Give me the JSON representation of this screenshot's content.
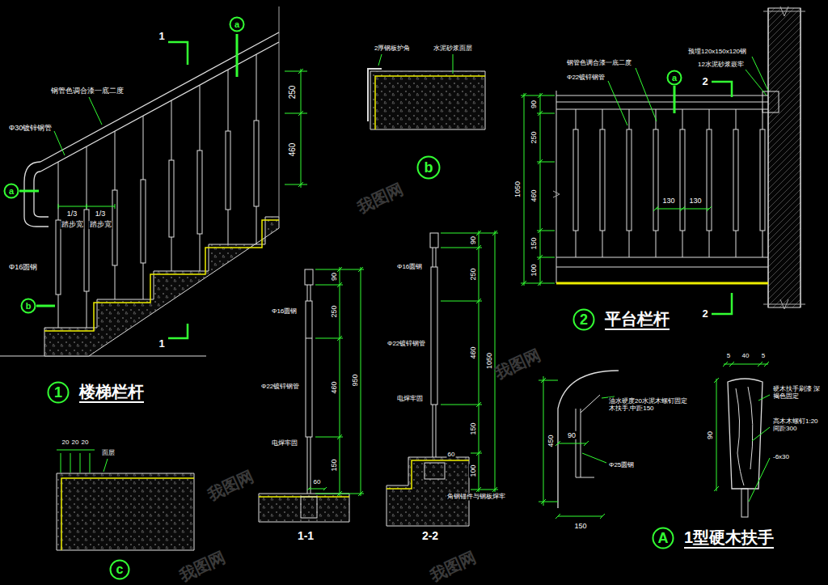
{
  "diagram": {
    "nodes": [
      {
        "text": [
          "1",
          "楼梯栏杆"
        ]
      },
      {
        "text": [
          "2",
          "平台栏杆"
        ]
      },
      {
        "text": [
          "A",
          "1型硬木扶手"
        ]
      },
      {
        "text": [
          "b"
        ]
      },
      {
        "text": [
          "c"
        ]
      },
      {
        "text": [
          "a"
        ]
      },
      {
        "text": [
          "a"
        ]
      },
      {
        "text": [
          "b"
        ]
      },
      {
        "text": [
          "a"
        ]
      }
    ],
    "labels": [
      "1",
      "1",
      "钢管色调合漆一底二度",
      "Φ30镀锌钢管",
      "1/3",
      "1/3",
      "踏步宽",
      "踏步宽",
      "Φ16圆钢",
      "250",
      "460",
      "2厚钢板护角",
      "水泥砂浆面层",
      "20",
      "20",
      "20",
      "面层",
      "Φ16圆钢",
      "Φ22镀锌钢管",
      "电焊牢固",
      "90",
      "250",
      "460",
      "150",
      "950",
      "60",
      "1-1",
      "Φ16圆钢",
      "Φ22镀锌钢管",
      "电焊牢固",
      "90",
      "250",
      "460",
      "150",
      "100",
      "1050",
      "60",
      "角钢锚件与钢板焊牢",
      "2-2",
      "钢管色调合漆一底二度",
      "Φ22镀锌钢管",
      "预埋120x150x120钢",
      "12水泥砂浆嵌牢",
      "90",
      "250",
      "460",
      "150",
      "100",
      "1050",
      "130",
      "130",
      "2",
      "2",
      "450",
      "90",
      "150",
      "Φ25圆钢",
      "油水硬度20水泥木螺钉固定木扶手,中距150",
      "5",
      "40",
      "5",
      "90",
      "硬木扶手刷漆 深褐色固定",
      "高木木螺钉1:20 间距300",
      "-6x30",
      "我图网",
      "我图网",
      "我图网",
      "我图网",
      "我图网"
    ]
  }
}
